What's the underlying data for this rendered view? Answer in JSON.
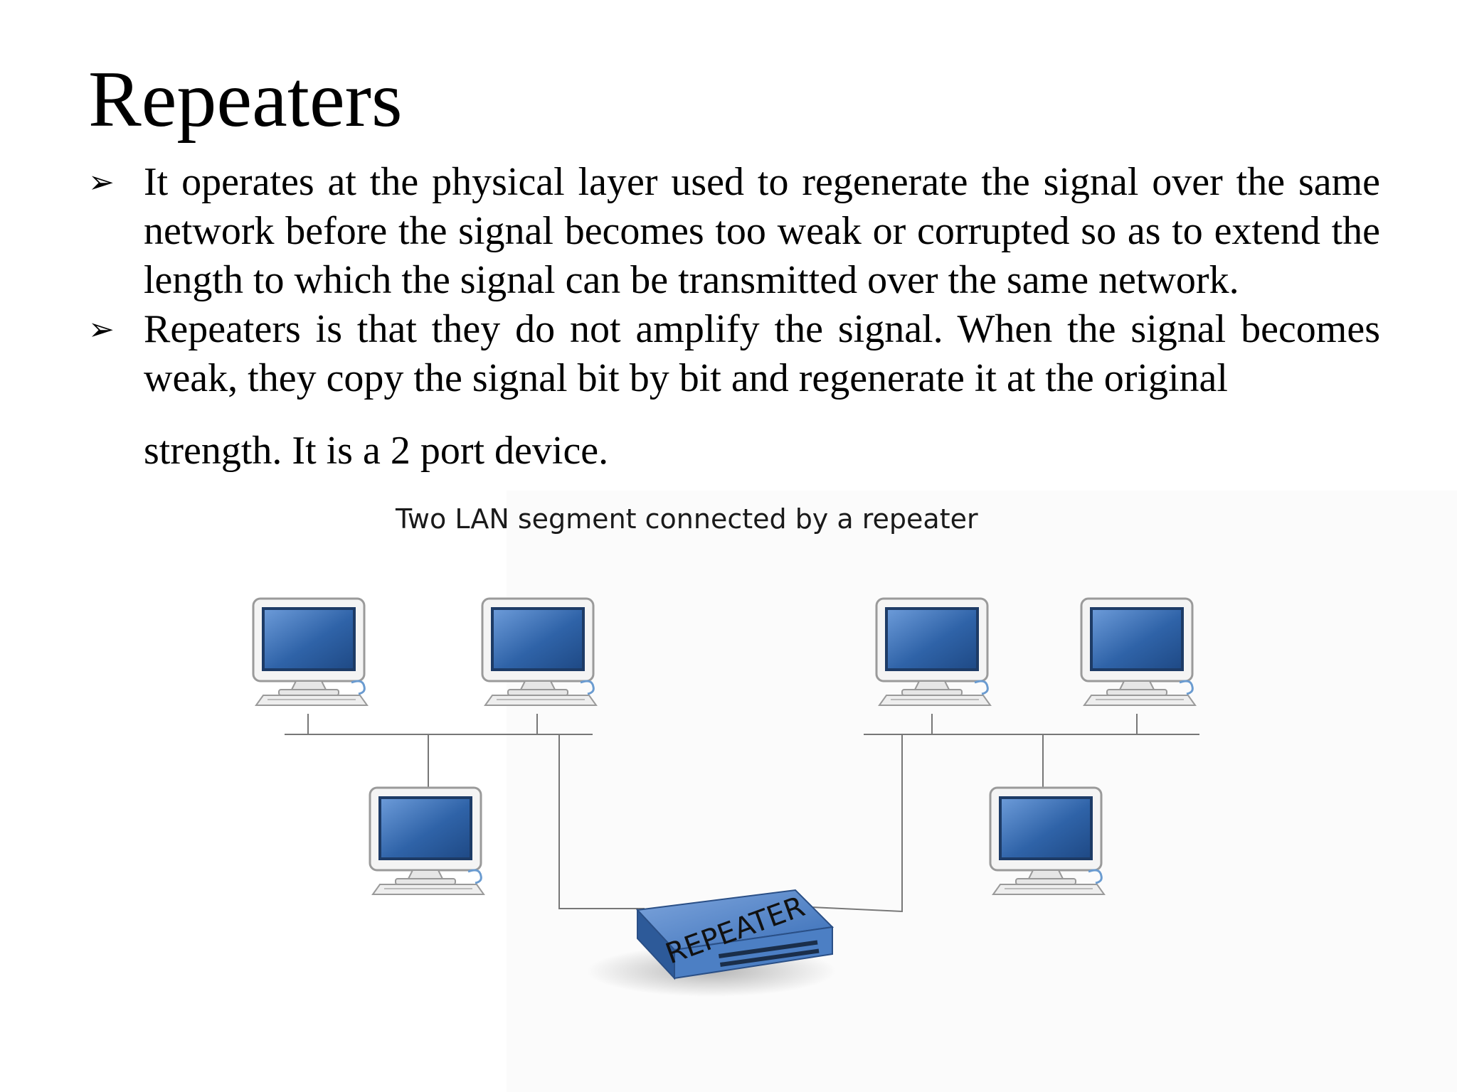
{
  "slide": {
    "title": "Repeaters",
    "bullets": [
      {
        "text": "It operates at the physical layer used to regenerate the signal over the same network before the signal becomes too weak or corrupted so as to extend the length to which the signal can be transmitted over the same network."
      },
      {
        "text": "Repeaters is that they do not amplify the signal. When the signal becomes weak, they copy the signal bit by bit and regenerate it at the original",
        "tail": "strength. It is a 2 port device."
      }
    ],
    "bullet_symbol": "➢"
  },
  "figure": {
    "caption": "Two LAN segment connected by a repeater",
    "device_label": "REPEATER",
    "computers": [
      "lan1-pc-1",
      "lan1-pc-2",
      "lan1-pc-3",
      "lan2-pc-1",
      "lan2-pc-2",
      "lan2-pc-3"
    ],
    "colors": {
      "screen_blue": "#2f63a8",
      "repeater_blue": "#3a6fb8",
      "wire": "#777777"
    }
  }
}
